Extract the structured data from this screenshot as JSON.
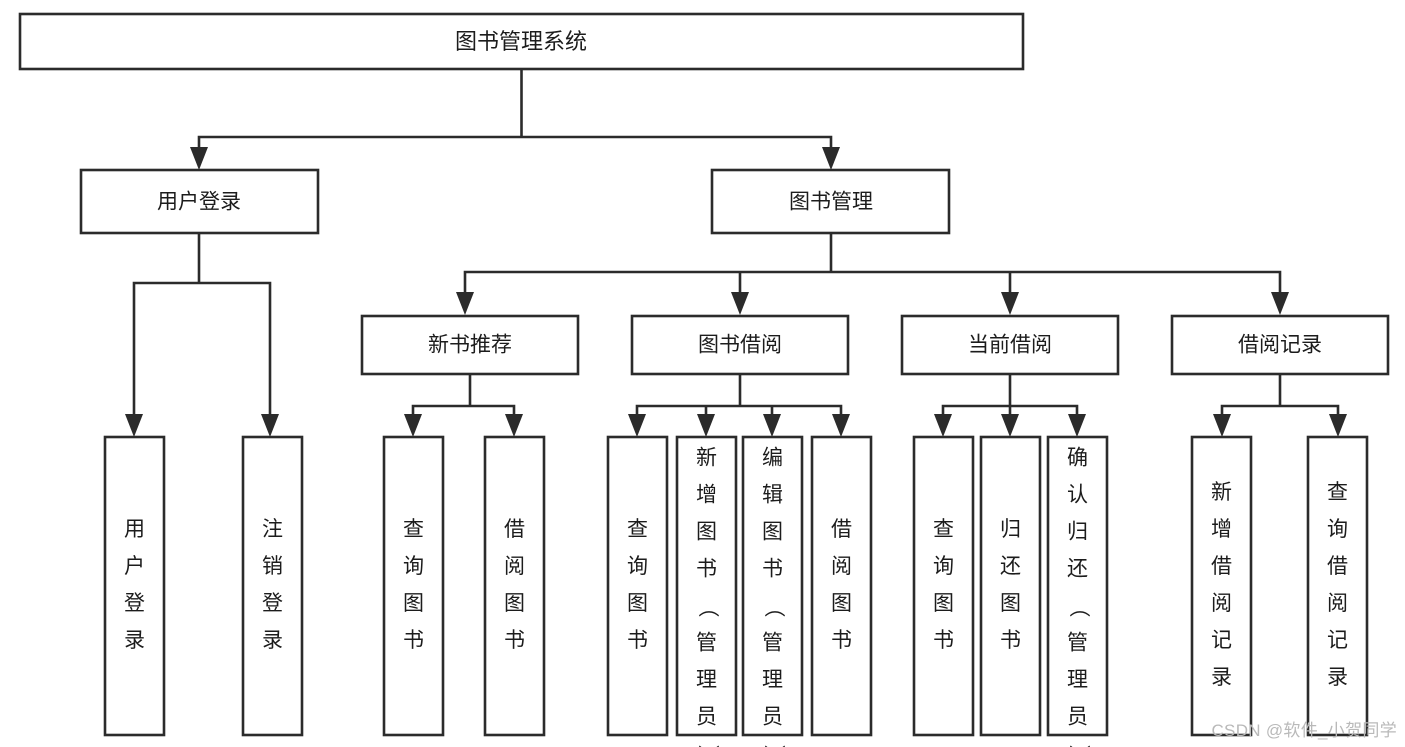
{
  "diagram": {
    "type": "tree-hierarchy",
    "title": "图书管理系统",
    "orientation": "top-down",
    "edge_style": "orthogonal-arrow",
    "colors": {
      "box_stroke": "#2b2b2b",
      "box_fill": "#ffffff",
      "text": "#1c1c1c",
      "connector": "#2b2b2b",
      "watermark": "#b9b9b9",
      "background": "#ffffff"
    },
    "root": {
      "id": "root",
      "label": "图书管理系统"
    },
    "level2": [
      {
        "id": "user-login",
        "label": "用户登录"
      },
      {
        "id": "book-manage",
        "label": "图书管理"
      }
    ],
    "level3": [
      {
        "id": "new-book-recommend",
        "label": "新书推荐",
        "parent": "book-manage"
      },
      {
        "id": "book-borrow",
        "label": "图书借阅",
        "parent": "book-manage"
      },
      {
        "id": "current-borrow",
        "label": "当前借阅",
        "parent": "book-manage"
      },
      {
        "id": "borrow-record",
        "label": "借阅记录",
        "parent": "book-manage"
      }
    ],
    "leaves": {
      "user-login": [
        {
          "id": "leaf-user-login",
          "label": "用户登录"
        },
        {
          "id": "leaf-user-logout",
          "label": "注销登录"
        }
      ],
      "new-book-recommend": [
        {
          "id": "leaf-query-book-1",
          "label": "查询图书"
        },
        {
          "id": "leaf-borrow-book-1",
          "label": "借阅图书"
        }
      ],
      "book-borrow": [
        {
          "id": "leaf-query-book-2",
          "label": "查询图书"
        },
        {
          "id": "leaf-add-book",
          "label": "新增图书（管理员）"
        },
        {
          "id": "leaf-edit-book",
          "label": "编辑图书（管理员）"
        },
        {
          "id": "leaf-borrow-book-2",
          "label": "借阅图书"
        }
      ],
      "current-borrow": [
        {
          "id": "leaf-query-book-3",
          "label": "查询图书"
        },
        {
          "id": "leaf-return-book",
          "label": "归还图书"
        },
        {
          "id": "leaf-confirm-return",
          "label": "确认归还（管理员）"
        }
      ],
      "borrow-record": [
        {
          "id": "leaf-add-record",
          "label": "新增借阅记录"
        },
        {
          "id": "leaf-query-record",
          "label": "查询借阅记录"
        }
      ]
    }
  },
  "watermark": {
    "text": "CSDN @软件_小贺同学"
  }
}
